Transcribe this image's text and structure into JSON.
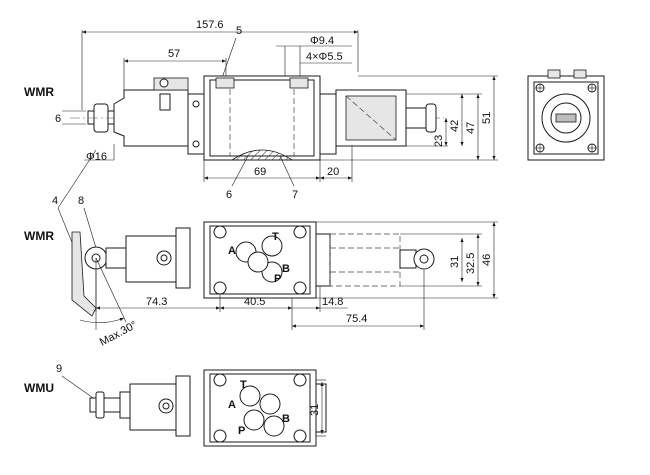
{
  "views": {
    "side": "WMR",
    "top": "WMR",
    "bottom": "WMU"
  },
  "dimensions": {
    "overall_length": "157.6",
    "d57": "57",
    "phi9_4": "Φ9.4",
    "holes": "4×Φ5.5",
    "d69": "69",
    "d20": "20",
    "phi16": "Φ16",
    "d6": "6",
    "d23": "23",
    "d42": "42",
    "d47": "47",
    "d51": "51",
    "d74_3": "74.3",
    "d40_5": "40.5",
    "d14_8": "14.8",
    "d75_4": "75.4",
    "d31_top": "31",
    "d32_5": "32.5",
    "d46": "46",
    "d31_bottom": "31",
    "max_angle": "Max.30°"
  },
  "callouts": {
    "c4": "4",
    "c5": "5",
    "c6": "6",
    "c7": "7",
    "c8": "8",
    "c9": "9"
  },
  "ports": {
    "top": {
      "a": "A",
      "t": "T",
      "b": "B",
      "p": "P"
    },
    "bottom": {
      "a": "A",
      "t": "T",
      "b": "B",
      "p": "P"
    }
  }
}
